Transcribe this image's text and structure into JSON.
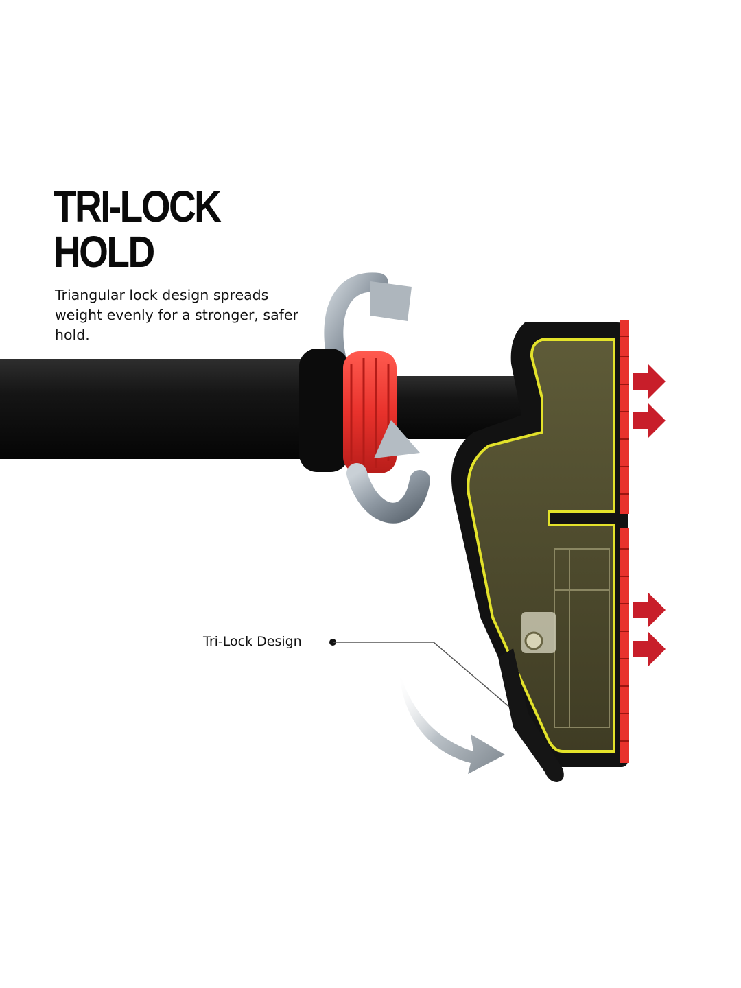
{
  "headline": {
    "line1": "TRI-LOCK",
    "line2": "HOLD"
  },
  "description": "Triangular lock design spreads weight evenly for a stronger, safer hold.",
  "callout": {
    "label": "Tri-Lock Design"
  },
  "colors": {
    "background": "#ffffff",
    "rod": "#111111",
    "accent_red": "#e8322c",
    "highlight_yellow": "#e3e22a",
    "interior_olive": "#5a5634",
    "arrow_silver": "#9aa3ad",
    "push_arrow_red": "#c81e2a"
  },
  "icons": [
    "rotate-arrow-icon",
    "push-arrow-icon",
    "press-lever-arrow-icon",
    "callout-dot-icon"
  ]
}
